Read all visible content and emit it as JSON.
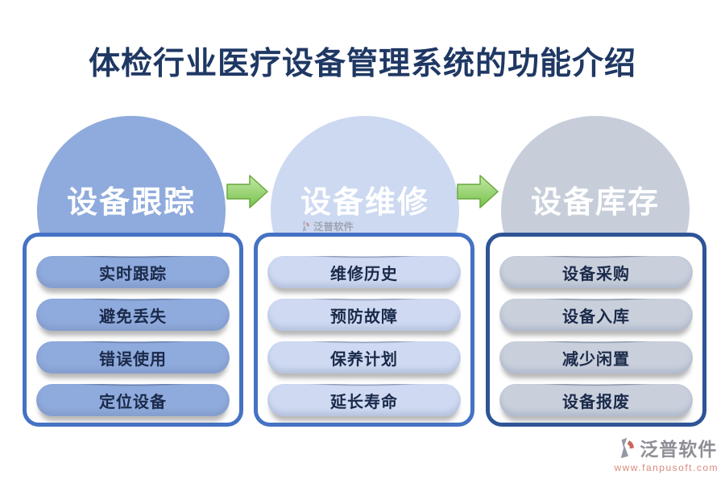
{
  "title": "体检行业医疗设备管理系统的功能介绍",
  "colors": {
    "background": "#FFFFFF",
    "title_text": "#1F3864",
    "pill_text": "#1B2A4A",
    "circle_text": "#FFFFFF",
    "arrow_fill_top": "#C3E8A8",
    "arrow_fill_bottom": "#77C24A",
    "arrow_stroke": "#69A83D",
    "watermark_text": "#8E8E96",
    "watermark_url_text": "#D9897C"
  },
  "groups": [
    {
      "name": "设备跟踪",
      "circle_color": "#8FAADC",
      "panel_border": "#4472C4",
      "pill_color": "#8FAADC",
      "items": [
        "实时跟踪",
        "避免丢失",
        "错误使用",
        "定位设备"
      ]
    },
    {
      "name": "设备维修",
      "circle_color": "#CDD9F1",
      "panel_border": "#4472C4",
      "pill_color": "#CFDAF2",
      "items": [
        "维修历史",
        "预防故障",
        "保养计划",
        "延长寿命"
      ]
    },
    {
      "name": "设备库存",
      "circle_color": "#C7CEDA",
      "panel_border": "#2E5496",
      "pill_color": "#C9D0DC",
      "items": [
        "设备采购",
        "设备入库",
        "减少闲置",
        "设备报废"
      ]
    }
  ],
  "watermark": {
    "brand": "泛普软件",
    "url": "www.fanpusoft.com"
  }
}
